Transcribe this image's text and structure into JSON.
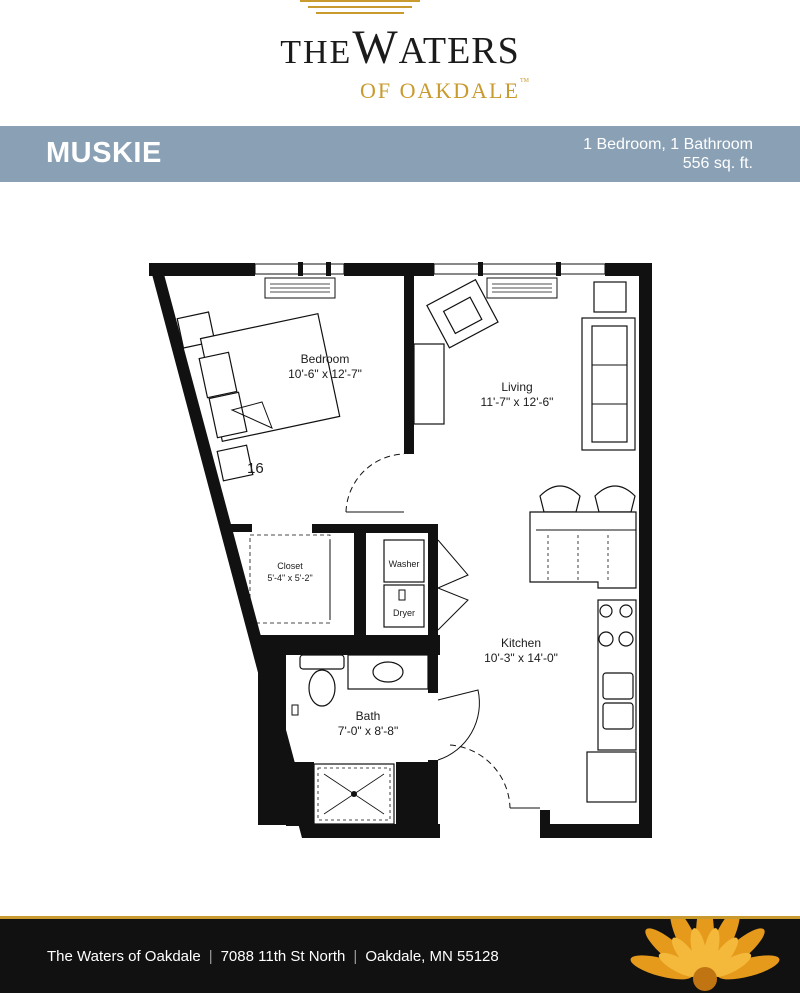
{
  "brand": {
    "line1_the": "THE",
    "line1_w": "W",
    "line1_rest": "ATERS",
    "line2": "OF OAKDALE",
    "trademark": "TM",
    "accent_color": "#c99a2e"
  },
  "unit": {
    "name": "MUSKIE",
    "layout": "1 Bedroom, 1 Bathroom",
    "area": "556 sq. ft.",
    "banner_color": "#8aa0b5"
  },
  "rooms": {
    "bedroom": {
      "name": "Bedroom",
      "size": "10'-6\" x 12'-7\""
    },
    "living": {
      "name": "Living",
      "size": "11'-7\" x 12'-6\""
    },
    "closet": {
      "name": "Closet",
      "size": "5'-4\" x 5'-2\""
    },
    "kitchen": {
      "name": "Kitchen",
      "size": "10'-3\" x 14'-0\""
    },
    "bath": {
      "name": "Bath",
      "size": "7'-0\" x 8'-8\""
    },
    "washer": "Washer",
    "dryer": "Dryer",
    "unit_number": "16"
  },
  "footer": {
    "name": "The Waters of Oakdale",
    "address": "7088 11th St North",
    "city": "Oakdale, MN 55128",
    "separator": "|"
  }
}
